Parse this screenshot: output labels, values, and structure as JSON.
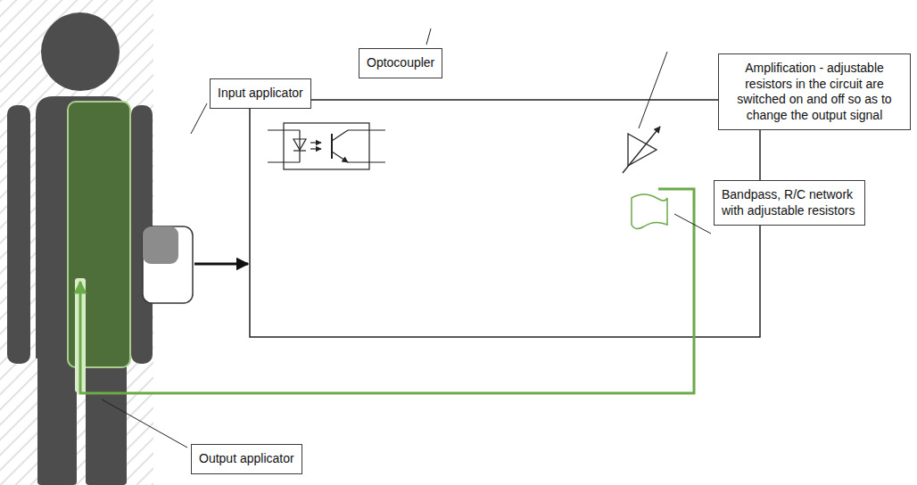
{
  "diagram": {
    "nodes": [
      {
        "text": [
          "Input applicator"
        ]
      },
      {
        "text": [
          "Optocoupler"
        ]
      },
      {
        "text": [
          "Amplification - adjustable resistors in the circuit are switched on and off so as to change the output signal"
        ]
      },
      {
        "text": [
          "Bandpass, R/C network with adjustable resistors"
        ]
      },
      {
        "text": [
          "Output applicator"
        ]
      }
    ]
  }
}
